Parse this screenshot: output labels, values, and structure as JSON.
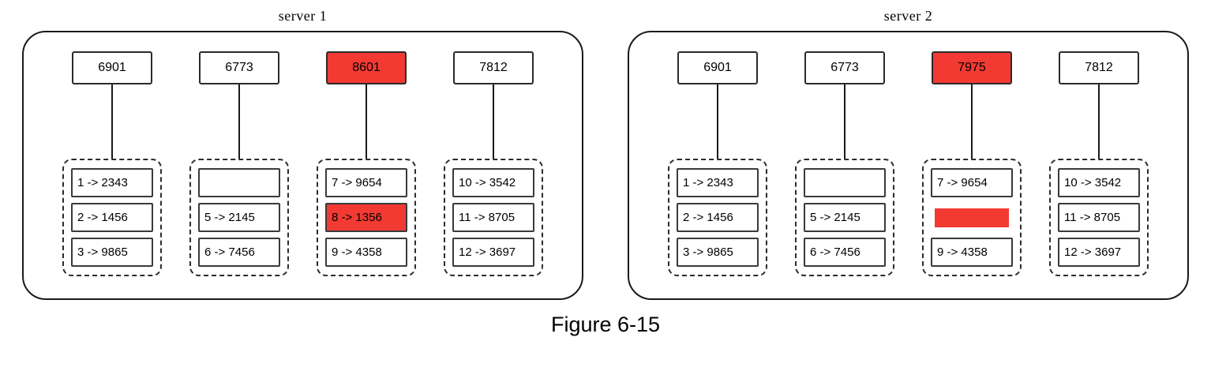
{
  "figure_caption": "Figure 6-15",
  "colors": {
    "highlight_red": "#f23a33"
  },
  "servers": [
    {
      "title": "server 1",
      "groups": [
        {
          "header": {
            "label": "6901",
            "highlight": false
          },
          "rows": [
            {
              "text": "1 -> 2343",
              "highlight": false
            },
            {
              "text": "2 -> 1456",
              "highlight": false
            },
            {
              "text": "3 -> 9865",
              "highlight": false
            }
          ]
        },
        {
          "header": {
            "label": "6773",
            "highlight": false
          },
          "rows": [
            {
              "text": "",
              "highlight": false,
              "empty": true
            },
            {
              "text": "5 -> 2145",
              "highlight": false
            },
            {
              "text": "6 -> 7456",
              "highlight": false
            }
          ]
        },
        {
          "header": {
            "label": "8601",
            "highlight": true
          },
          "rows": [
            {
              "text": "7 -> 9654",
              "highlight": false
            },
            {
              "text": "8 -> 1356",
              "highlight": true
            },
            {
              "text": "9 -> 4358",
              "highlight": false
            }
          ]
        },
        {
          "header": {
            "label": "7812",
            "highlight": false
          },
          "rows": [
            {
              "text": "10 -> 3542",
              "highlight": false
            },
            {
              "text": "11 -> 8705",
              "highlight": false
            },
            {
              "text": "12 -> 3697",
              "highlight": false
            }
          ]
        }
      ]
    },
    {
      "title": "server 2",
      "groups": [
        {
          "header": {
            "label": "6901",
            "highlight": false
          },
          "rows": [
            {
              "text": "1 -> 2343",
              "highlight": false
            },
            {
              "text": "2 -> 1456",
              "highlight": false
            },
            {
              "text": "3 -> 9865",
              "highlight": false
            }
          ]
        },
        {
          "header": {
            "label": "6773",
            "highlight": false
          },
          "rows": [
            {
              "text": "",
              "highlight": false,
              "empty": true
            },
            {
              "text": "5 -> 2145",
              "highlight": false
            },
            {
              "text": "6 -> 7456",
              "highlight": false
            }
          ]
        },
        {
          "header": {
            "label": "7975",
            "highlight": true
          },
          "rows": [
            {
              "text": "7 -> 9654",
              "highlight": false
            },
            {
              "text": "",
              "highlight": true,
              "red_bar": true
            },
            {
              "text": "9 -> 4358",
              "highlight": false
            }
          ]
        },
        {
          "header": {
            "label": "7812",
            "highlight": false
          },
          "rows": [
            {
              "text": "10 -> 3542",
              "highlight": false
            },
            {
              "text": "11 -> 8705",
              "highlight": false
            },
            {
              "text": "12 -> 3697",
              "highlight": false
            }
          ]
        }
      ]
    }
  ]
}
